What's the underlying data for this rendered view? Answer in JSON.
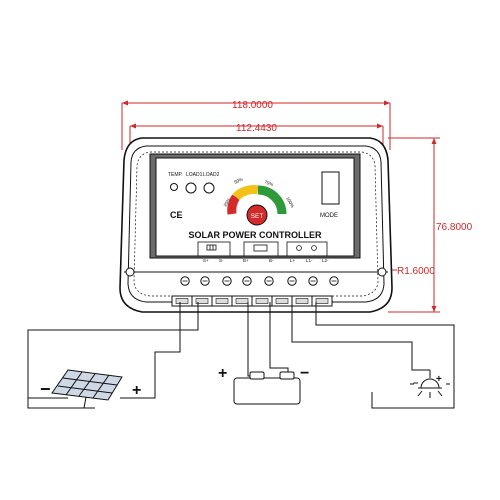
{
  "dimensions": {
    "total_width": "118.0000",
    "inner_width": "112.4430",
    "height": "76.8000",
    "radius": "R1.6000"
  },
  "panel": {
    "leds": [
      "TEMP.",
      "LOAD1",
      "LOAD2"
    ],
    "gauge_labels": [
      "25%",
      "50%",
      "75%",
      "100%"
    ],
    "set_button": "SET",
    "ce_mark": "CE",
    "mode_label": "MODE",
    "title": "SOLAR POWER CONTROLLER",
    "terminals": [
      "S+",
      "S-",
      "B+",
      "B-",
      "L+",
      "L1-",
      "L2-"
    ]
  },
  "wiring": {
    "solar_minus": "−",
    "solar_plus": "+",
    "battery_plus": "+",
    "battery_minus": "−",
    "lamp_plus": "+",
    "lamp_minus": "−"
  },
  "colors": {
    "dimension_line": "#d2282a",
    "gauge_red": "#d42a2a",
    "gauge_yellow": "#f2c21a",
    "gauge_green": "#2e9a3a",
    "panel_fill": "#ffffff",
    "outline": "#111111"
  }
}
